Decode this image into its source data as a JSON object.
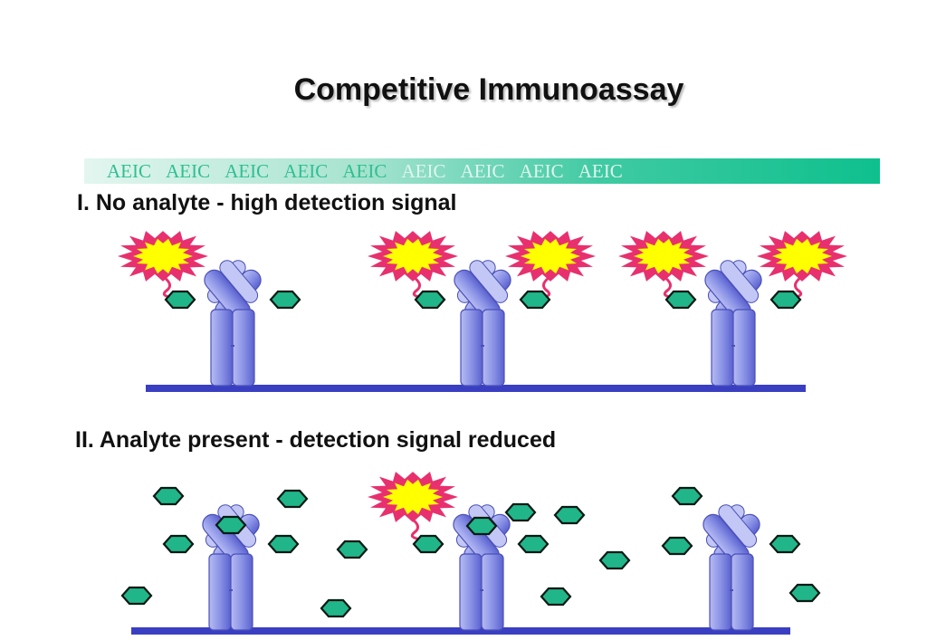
{
  "title": "Competitive Immunoassay",
  "banner": {
    "words": [
      "AEIC",
      "AEIC",
      "AEIC",
      "AEIC",
      "AEIC",
      "AEIC",
      "AEIC",
      "AEIC",
      "AEIC"
    ],
    "colors": {
      "start": "#e3f6ef",
      "end": "#0ec08d",
      "text_dark": "#2fbf92",
      "text_light": "#dff5ee"
    }
  },
  "sections": [
    {
      "heading": "I. No analyte - high detection signal"
    },
    {
      "heading": "II. Analyte present - detection signal reduced"
    }
  ],
  "colors": {
    "antibody": "#8a92e6",
    "antibody_dark": "#4a50b8",
    "surface": "#3a3fc2",
    "analyte": "#21b689",
    "burst_outer": "#e8306e",
    "burst_inner": "#ffff00"
  }
}
